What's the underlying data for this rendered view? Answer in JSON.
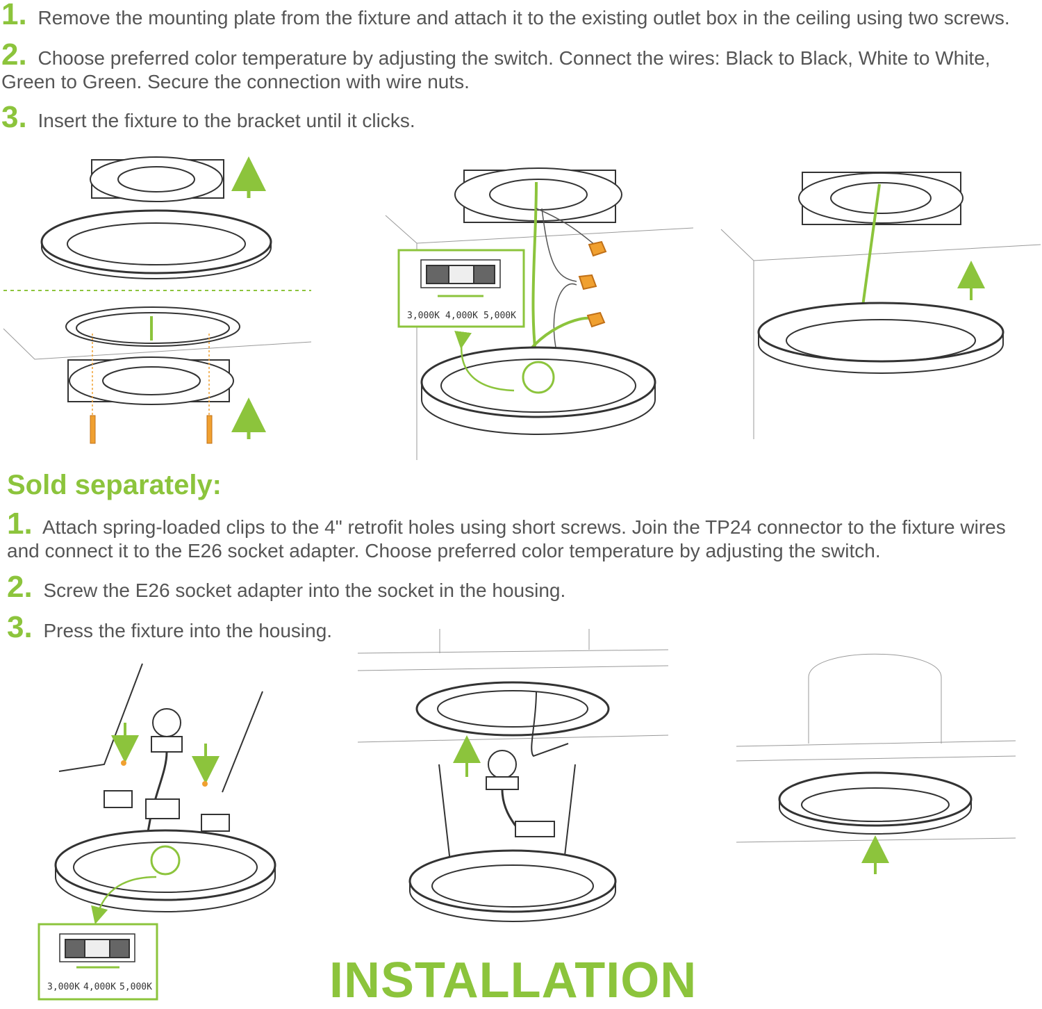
{
  "steps_top": [
    {
      "num": "1.",
      "text": "Remove the mounting plate from the fixture and attach it to the existing outlet box in the ceiling using two screws."
    },
    {
      "num": "2.",
      "text": "Choose preferred color temperature by adjusting the switch. Connect the wires: Black to Black, White to White, Green to Green. Secure the connection with wire nuts."
    },
    {
      "num": "3.",
      "text": "Insert the fixture to the bracket until it clicks."
    }
  ],
  "sold_separately": "Sold separately:",
  "steps_bottom": [
    {
      "num": "1.",
      "text": "Attach spring-loaded clips to the 4\" retrofit holes using short screws. Join the TP24 connector to the fixture wires and connect it to the E26 socket adapter. Choose preferred color temperature by adjusting the switch."
    },
    {
      "num": "2.",
      "text": "Screw the E26 socket adapter into the socket in the housing."
    },
    {
      "num": "3.",
      "text": "Press the fixture into the housing."
    }
  ],
  "switch_labels": [
    "3,000K",
    "4,000K",
    "5,000K"
  ],
  "title": "INSTALLATION",
  "colors": {
    "accent": "#8cc43c",
    "screw": "#f0a030",
    "line": "#333333"
  }
}
